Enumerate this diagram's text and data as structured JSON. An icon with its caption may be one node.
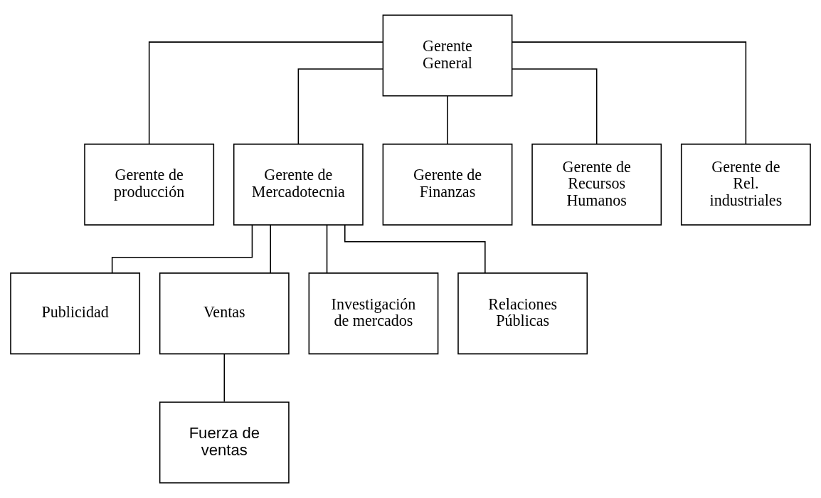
{
  "diagram": {
    "nodes": [
      {
        "text": [
          "Gerente General"
        ]
      },
      {
        "text": [
          "Gerente de producción"
        ]
      },
      {
        "text": [
          "Gerente de Mercadotecnia"
        ]
      },
      {
        "text": [
          "Gerente de Finanzas"
        ]
      },
      {
        "text": [
          "Gerente de Recursos Humanos"
        ]
      },
      {
        "text": [
          "Gerente de Rel. industriales"
        ]
      },
      {
        "text": [
          "Publicidad"
        ]
      },
      {
        "text": [
          "Ventas"
        ]
      },
      {
        "text": [
          "Investigación de mercados"
        ]
      },
      {
        "text": [
          "Relaciones Públicas"
        ]
      },
      {
        "text": [
          "Fuerza de ventas"
        ]
      }
    ],
    "edges": [
      {
        "from": 0,
        "to": 1,
        "arrow": "none"
      },
      {
        "from": 0,
        "to": 2,
        "arrow": "none"
      },
      {
        "from": 0,
        "to": 3,
        "arrow": "none"
      },
      {
        "from": 0,
        "to": 4,
        "arrow": "none"
      },
      {
        "from": 0,
        "to": 5,
        "arrow": "none"
      },
      {
        "from": 2,
        "to": 6,
        "arrow": "none"
      },
      {
        "from": 2,
        "to": 7,
        "arrow": "none"
      },
      {
        "from": 2,
        "to": 8,
        "arrow": "none"
      },
      {
        "from": 2,
        "to": 9,
        "arrow": "none"
      },
      {
        "from": 7,
        "to": 10,
        "arrow": "none"
      }
    ]
  }
}
